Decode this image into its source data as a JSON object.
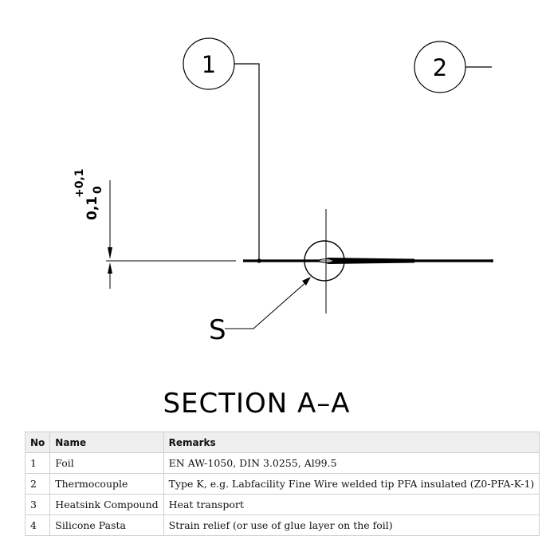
{
  "drawing": {
    "balloons": [
      {
        "label": "1"
      },
      {
        "label": "2"
      }
    ],
    "tolerance": {
      "nominal": "0,1",
      "upper": "+0,1",
      "lower": "0"
    },
    "detail_label": "S",
    "section_title": "SECTION A–A"
  },
  "table": {
    "headers": {
      "no": "No",
      "name": "Name",
      "remarks": "Remarks"
    },
    "rows": [
      {
        "no": "1",
        "name": "Foil",
        "remarks": "EN AW-1050, DIN 3.0255, Al99.5"
      },
      {
        "no": "2",
        "name": "Thermocouple",
        "remarks": "Type K, e.g. Labfacility Fine Wire welded tip PFA insulated (Z0-PFA-K-1)"
      },
      {
        "no": "3",
        "name": "Heatsink Compound",
        "remarks": "Heat transport"
      },
      {
        "no": "4",
        "name": "Silicone Pasta",
        "remarks": "Strain relief (or use of glue layer on the foil)"
      }
    ]
  }
}
